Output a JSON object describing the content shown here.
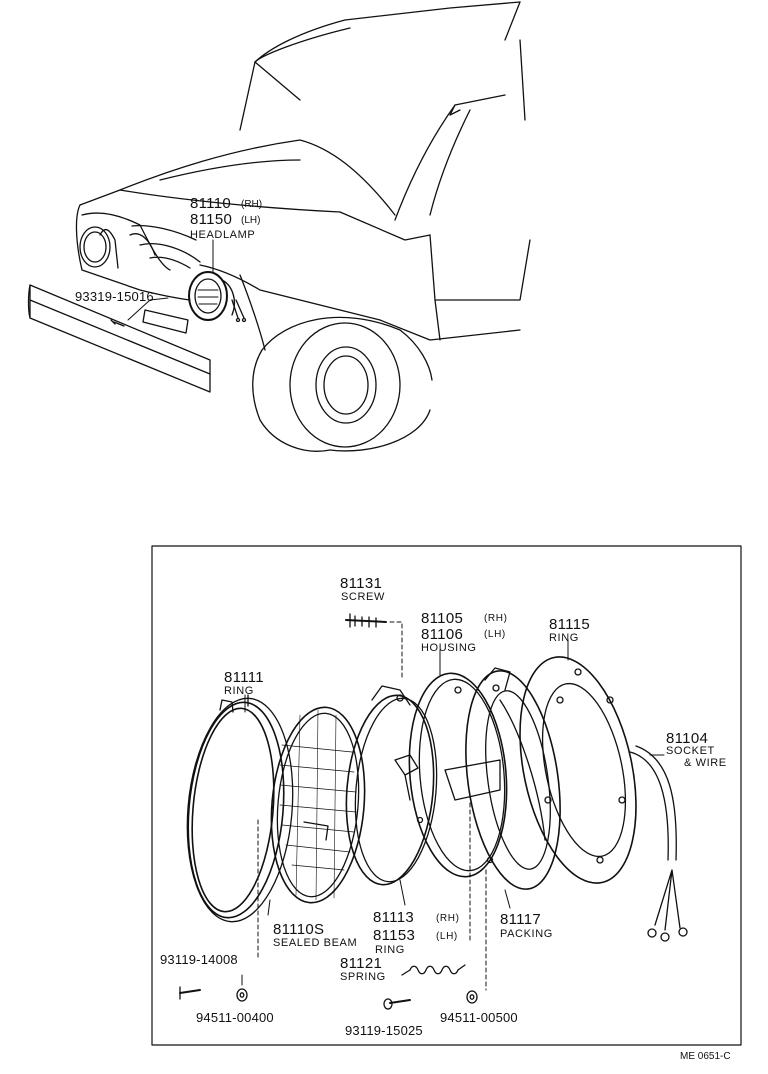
{
  "truck_callouts": {
    "headlamp_rh_number": "81110",
    "headlamp_rh_side": "(RH)",
    "headlamp_lh_number": "81150",
    "headlamp_lh_side": "(LH)",
    "headlamp_name": "HEADLAMP",
    "bolt_number": "93319-15016"
  },
  "exploded_view": {
    "screw": {
      "number": "81131",
      "name": "SCREW"
    },
    "housing": {
      "number_rh": "81105",
      "side_rh": "(RH)",
      "number_lh": "81106",
      "side_lh": "(LH)",
      "name": "HOUSING"
    },
    "outer_ring": {
      "number": "81115",
      "name": "RING"
    },
    "rim_ring": {
      "number": "81111",
      "name": "RING"
    },
    "socket": {
      "number": "81104",
      "name_line1": "SOCKET",
      "name_line2": "& WIRE"
    },
    "sealed_beam": {
      "number": "81110S",
      "name": "SEALED BEAM"
    },
    "mount_ring": {
      "number_rh": "81113",
      "side_rh": "(RH)",
      "number_lh": "81153",
      "side_lh": "(LH)",
      "name": "RING"
    },
    "packing": {
      "number": "81117",
      "name": "PACKING"
    },
    "spring": {
      "number": "81121",
      "name": "SPRING"
    },
    "screw_left": {
      "number": "93119-14008"
    },
    "washer_left": {
      "number": "94511-00400"
    },
    "screw_bottom": {
      "number": "93119-15025"
    },
    "washer_right": {
      "number": "94511-00500"
    }
  },
  "diagram_id": "ME 0651-C"
}
